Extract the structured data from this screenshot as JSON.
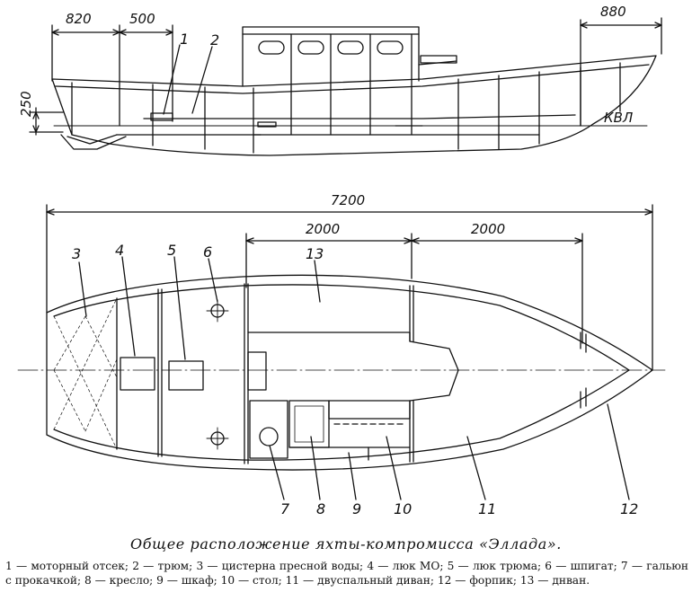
{
  "dimensions": {
    "d820": "820",
    "d500": "500",
    "d880": "880",
    "d250": "250",
    "d7200": "7200",
    "d2000a": "2000",
    "d2000b": "2000"
  },
  "waterline_label": "КВЛ",
  "callouts": {
    "n1": "1",
    "n2": "2",
    "n3": "3",
    "n4": "4",
    "n5": "5",
    "n6": "6",
    "n7": "7",
    "n8": "8",
    "n9": "9",
    "n10": "10",
    "n11": "11",
    "n12": "12",
    "n13": "13"
  },
  "caption": "Общее расположение яхты-компромисса «Эллада».",
  "legend": "1 — моторный отсек; 2 — трюм; 3 — цистерна пресной воды; 4 — люк МО; 5 — люк трюма; 6 — шпигат; 7 — гальюн с прокачкой; 8 — кресло; 9 — шкаф; 10 — стол; 11 — двуспальный диван; 12 — форпик; 13 — днван."
}
